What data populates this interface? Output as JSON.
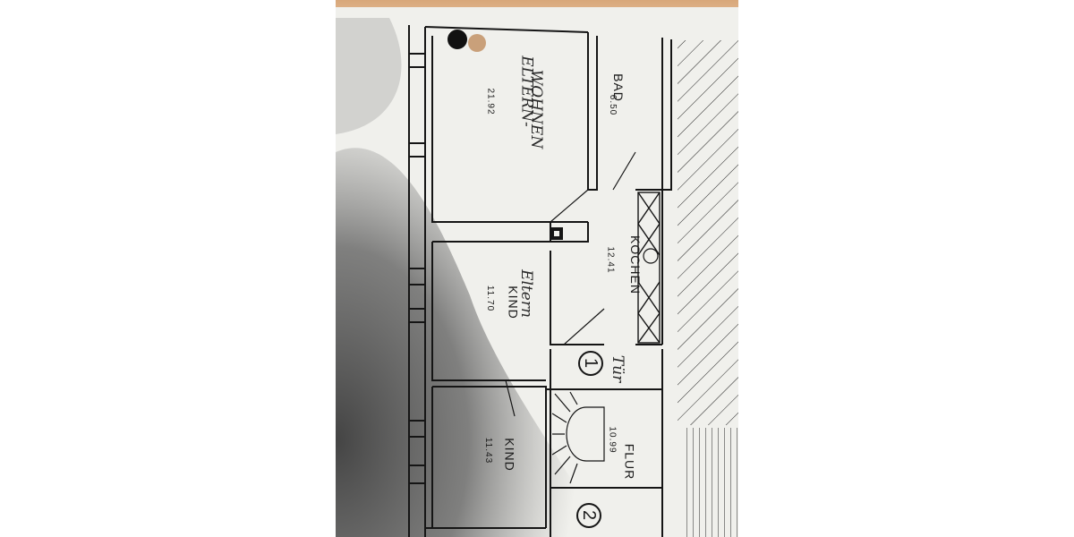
{
  "floorplan": {
    "rooms": [
      {
        "id": "bad",
        "name": "BAD",
        "area": "6.50"
      },
      {
        "id": "wohnen",
        "name": "WOHNEN",
        "area": "21.92",
        "annotation": "ELTERN-"
      },
      {
        "id": "kochen",
        "name": "KOCHEN",
        "area": "12.41"
      },
      {
        "id": "kind1",
        "name": "KIND",
        "area": "11.70",
        "annotation": "Eltern"
      },
      {
        "id": "flur",
        "name": "FLUR",
        "area": "10.99"
      },
      {
        "id": "kind2",
        "name": "KIND",
        "area": "11.43"
      }
    ],
    "markers": [
      "1",
      "2"
    ],
    "handwritten_note": "Tür",
    "colors": {
      "paper": "#f2f2ef",
      "line": "#151515",
      "desk": "#ddb088",
      "shadow": "#3b3b3b"
    }
  }
}
